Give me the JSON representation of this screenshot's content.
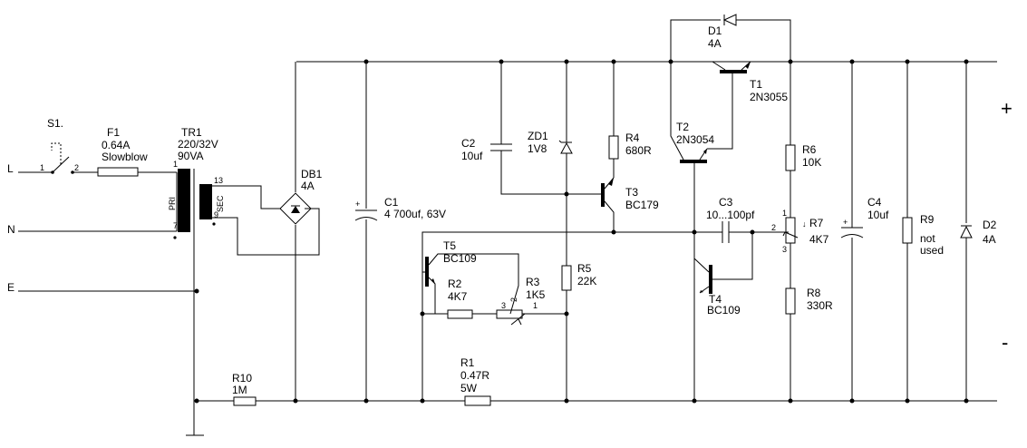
{
  "terminals": {
    "line": "L",
    "neutral": "N",
    "earth": "E"
  },
  "rails": {
    "positive": "+",
    "negative": "-"
  },
  "components": {
    "s1": {
      "ref": "S1.",
      "pin1": "1",
      "pin2": "2"
    },
    "f1": {
      "ref": "F1",
      "value": "0.64A",
      "type": "Slowblow"
    },
    "tr1": {
      "ref": "TR1",
      "value": "220/32V",
      "rating": "90VA",
      "pri": "PRI",
      "sec": "SEC",
      "pin1": "1",
      "pin7": "7",
      "pin13": "13",
      "pin9": "9"
    },
    "db1": {
      "ref": "DB1",
      "value": "4A"
    },
    "c1": {
      "ref": "C1",
      "value": "4 700uf, 63V",
      "polarity": "+"
    },
    "c2": {
      "ref": "C2",
      "value": "10uf"
    },
    "zd1": {
      "ref": "ZD1",
      "value": "1V8"
    },
    "r4": {
      "ref": "R4",
      "value": "680R"
    },
    "t3": {
      "ref": "T3",
      "value": "BC179"
    },
    "d1": {
      "ref": "D1",
      "value": "4A"
    },
    "t1": {
      "ref": "T1",
      "value": "2N3055"
    },
    "t2": {
      "ref": "T2",
      "value": "2N3054"
    },
    "r6": {
      "ref": "R6",
      "value": "10K"
    },
    "c3": {
      "ref": "C3",
      "value": "10...100pf"
    },
    "r7": {
      "ref": "R7",
      "value": "4K7",
      "pin1": "1",
      "pin2": "2",
      "pin3": "3"
    },
    "t5": {
      "ref": "T5",
      "value": "BC109"
    },
    "r2": {
      "ref": "R2",
      "value": "4K7"
    },
    "r3": {
      "ref": "R3",
      "value": "1K5",
      "pin1": "1",
      "pin2": "2",
      "pin3": "3"
    },
    "r5": {
      "ref": "R5",
      "value": "22K"
    },
    "t4": {
      "ref": "T4",
      "value": "BC109"
    },
    "r8": {
      "ref": "R8",
      "value": "330R"
    },
    "c4": {
      "ref": "C4",
      "value": "10uf",
      "polarity": "+"
    },
    "r9": {
      "ref": "R9",
      "value": "not",
      "value2": "used"
    },
    "d2": {
      "ref": "D2",
      "value": "4A"
    },
    "r10": {
      "ref": "R10",
      "value": "1M"
    },
    "r1": {
      "ref": "R1",
      "value": "0.47R",
      "rating": "5W"
    }
  }
}
